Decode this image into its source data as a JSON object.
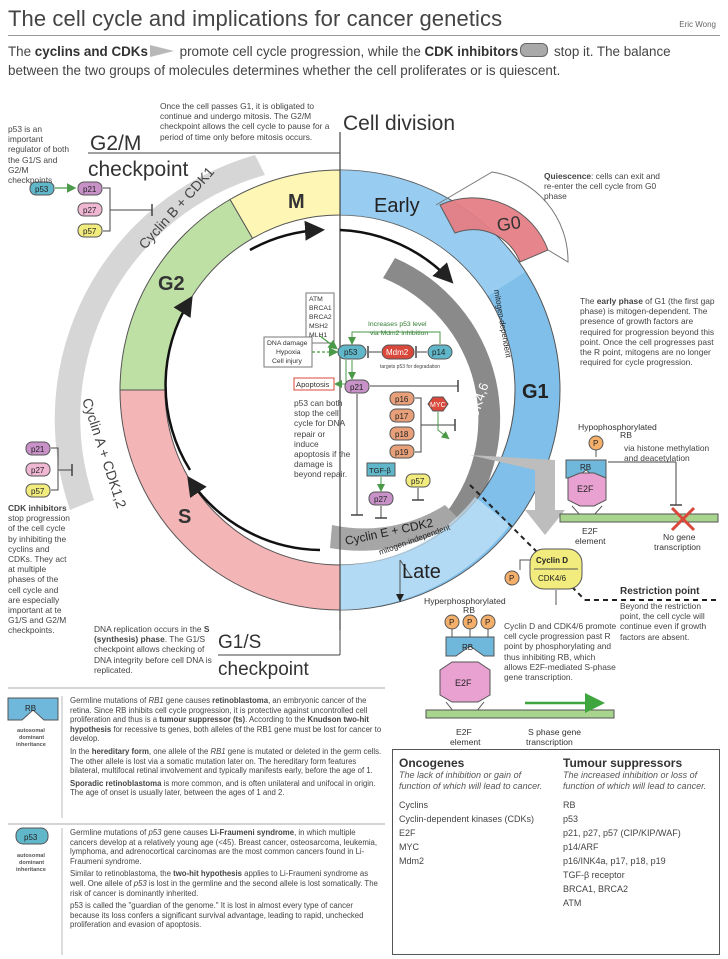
{
  "header": {
    "title": "The cell cycle and implications for cancer genetics",
    "author": "Eric Wong"
  },
  "intro": {
    "p1": "The ",
    "cyclins": "cyclins and CDKs",
    "p2": " promote cell cycle progression, while the ",
    "inhibitors": "CDK inhibitors",
    "p3": " stop it. The balance between the two groups of molecules determines whether the cell proliferates or is quiescent."
  },
  "diagram": {
    "cell_division": "Cell division",
    "g2m_1": "G2/M",
    "g2m_2": "checkpoint",
    "g1s_1": "G1/S",
    "g1s_2": "checkpoint",
    "phase_m": "M",
    "phase_g2": "G2",
    "phase_s": "S",
    "phase_early": "Early",
    "phase_g1": "G1",
    "phase_late": "Late",
    "phase_g0": "G0",
    "cyclin_b": "Cyclin B + CDK1",
    "cyclin_a": "Cyclin A + CDK1,2",
    "cyclin_d": "Cyclin D + CDK4,6",
    "cyclin_e": "Cyclin E + CDK2",
    "mitogen_dep": "mitogen-dependent",
    "mitogen_indep": "mitogen-independent",
    "note_g2m": "Once the cell passes G1, it is obligated to continue and undergo mitosis. The G2/M checkpoint allows the cell cycle to pause for a period of time only before mitosis occurs.",
    "note_p53_reg": "p53 is an important regulator of both the G1/S and G2/M checkpoints",
    "note_quiescence_b": "Quiescence",
    "note_quiescence": ": cells can exit and re-enter the cell cycle from G0 phase",
    "note_early_1": "The ",
    "note_early_b": "early phase",
    "note_early_2": " of G1 (the first gap phase) is mitogen-dependent. The presence of growth factors are required for progression beyond this point. Once the cell progresses past the R point, mitogens are no longer required for cycle progression.",
    "note_cdk_inh_b": "CDK inhibitors",
    "note_cdk_inh": " stop progression of the cell cycle by inhibiting the cyclins and CDKs. They act at multiple phases of the cell cycle and are especially important at te G1/S and G2/M checkpoints.",
    "note_dna_1": "DNA replication occurs in the ",
    "note_dna_b": "S (synthesis) phase",
    "note_dna_2": ". The G1/S checkpoint allows checking of DNA integrity before cell DNA is replicated.",
    "note_p53_stop": "p53 can both stop the cell cycle for DNA repair or induce apoptosis if the damage is beyond repair.",
    "genes": [
      "ATM",
      "BRCA1",
      "BRCA2",
      "MSH2",
      "MLH1"
    ],
    "dna_damage": [
      "DNA damage",
      "Hypoxia",
      "Cell injury"
    ],
    "increases_p53": "Increases p53 level",
    "via_mdm2": "via Mdm2 inhibition",
    "targets_p53": "targets p53 for degradation",
    "apoptosis": "Apoptosis",
    "proteins": {
      "p53": "p53",
      "p21": "p21",
      "p27": "p27",
      "p57": "p57",
      "mdm2": "Mdm2",
      "p14": "p14",
      "p16": "p16",
      "p17": "p17",
      "p18": "p18",
      "p19": "p19",
      "myc": "MYC",
      "tgfb": "TGF-β",
      "rb": "RB",
      "e2f": "E2F",
      "p": "P"
    },
    "hypo_1": "Hypophosphorylated",
    "hypo_2": "RB",
    "histone": "via histone methylation and deacetylation",
    "e2f_element": [
      "E2F",
      "element"
    ],
    "no_gene": [
      "No gene",
      "transcription"
    ],
    "cyclind_box": [
      "Cyclin D",
      "CDK4/6"
    ],
    "restriction_title": "Restriction point",
    "restriction_text": "Beyond the restriction point, the cell cycle will continue even if growth factors are absent.",
    "hyper_1": "Hyperphosphorylated",
    "hyper_2": "RB",
    "cyclin_d_promote": "Cyclin D and CDK4/6 promote cell cycle progression past R point by phosphorylating and thus inhibiting RB, which allows E2F-mediated S-phase gene transcription.",
    "e2f_element2": [
      "E2F",
      "element"
    ],
    "s_phase": [
      "S phase gene",
      "transcription"
    ]
  },
  "genetics": {
    "rb_label": "RB",
    "rb_inherit": [
      "autosomal",
      "dominant",
      "inheritance"
    ],
    "rb_p1_a": "Germline mutations of ",
    "rb_p1_i": "RB1",
    "rb_p1_b": " gene causes ",
    "rb_p1_bold": "retinoblastoma",
    "rb_p1_c": ", an embryonic cancer of the retina. Since RB inhibits cell cycle progression, it is protective against uncontrolled cell proliferation and thus is a ",
    "rb_p1_bold2": "tumour suppressor (ts)",
    "rb_p1_d": ". According to the ",
    "rb_p1_bold3": "Knudson two-hit hypothesis",
    "rb_p1_e": " for recessive ts genes, both alleles of the RB1 gene must be lost for cancer to develop.",
    "rb_p2_a": "In the ",
    "rb_p2_bold": "hereditary form",
    "rb_p2_b": ", one allele of the ",
    "rb_p2_i": "RB1",
    "rb_p2_c": " gene is mutated or deleted in the germ cells. The other allele is lost via a somatic mutation later on. The hereditary form features bilateral, multifocal retinal involvement and typically manifests early, before the age of 1.",
    "rb_p3_bold": "Sporadic retinoblastoma",
    "rb_p3": " is more common, and is often unilateral and unifocal in origin. The age of onset is usually later, between the ages of 1 and 2.",
    "p53_label": "p53",
    "p53_inherit": [
      "autosomal",
      "dominant",
      "inheritance"
    ],
    "p53_p1_a": "Germline mutations of ",
    "p53_p1_i": "p53",
    "p53_p1_b": " gene causes ",
    "p53_p1_bold": "Li-Fraumeni syndrome",
    "p53_p1_c": ", in which multiple cancers develop at a relatively young age (<45). Breast cancer, osteosarcoma, leukemia, lymphoma, and adrenocortical carcinomas are the most common cancers found in Li-Fraumeni syndrome.",
    "p53_p2_a": "Similar to retinoblastoma, the ",
    "p53_p2_bold": "two-hit hypothesis",
    "p53_p2_b": " applies to Li-Fraumeni syndrome as well. One allele of ",
    "p53_p2_i": "p53",
    "p53_p2_c": " is lost in the germline and the second allele is lost somatically. The risk of cancer is dominantly inherited.",
    "p53_p3": "p53 is called the \"guardian of the genome.\" It is lost in almost every type of cancer because its loss confers a significant survival advantage, leading to rapid, unchecked proliferation and evasion of apoptosis."
  },
  "table": {
    "onc_title": "Oncogenes",
    "onc_sub": "The lack of inhibition or gain of function of which will lead to cancer.",
    "onc_items": [
      "Cyclins",
      "Cyclin-dependent kinases (CDKs)",
      "E2F",
      "MYC",
      "Mdm2"
    ],
    "ts_title": "Tumour suppressors",
    "ts_sub": "The increased inhibition or loss of function of which will lead to cancer.",
    "ts_items": [
      "RB",
      "p53",
      "p21, p27, p57 (CIP/KIP/WAF)",
      "p14/ARF",
      "p16/INK4a, p17, p18, p19",
      "TGF-β receptor",
      "BRCA1, BRCA2",
      "ATM"
    ]
  },
  "colors": {
    "m": "#fdf6b4",
    "g2": "#bfe0a5",
    "s": "#f4b5b6",
    "g1": "#7fbfea",
    "g0": "#e57f85",
    "p21": "#c892c8",
    "p53": "#5fb7c9",
    "mdm2": "#d9483a",
    "orange": "#e8a07a",
    "yellow": "#f2ec7e",
    "rb": "#6fb8dc",
    "e2f": "#e8a1d1"
  }
}
